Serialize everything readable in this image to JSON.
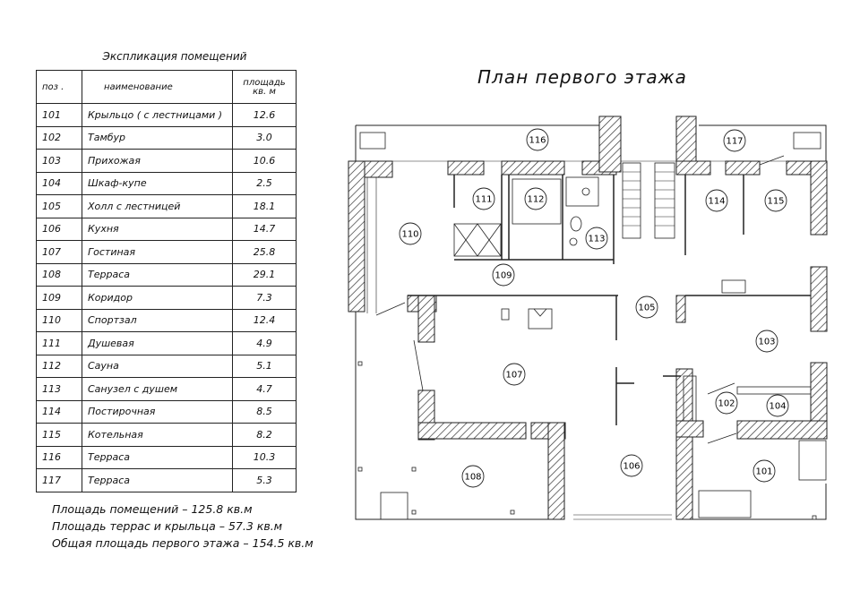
{
  "table": {
    "title": "Экспликация помещений",
    "headers": {
      "pos": "поз .",
      "name": "наименование",
      "area_line1": "площадь",
      "area_line2": "кв. м"
    },
    "rows": [
      {
        "pos": "101",
        "name": "Крыльцо ( с лестницами )",
        "area": "12.6"
      },
      {
        "pos": "102",
        "name": "Тамбур",
        "area": "3.0"
      },
      {
        "pos": "103",
        "name": "Прихожая",
        "area": "10.6"
      },
      {
        "pos": "104",
        "name": "Шкаф-купе",
        "area": "2.5"
      },
      {
        "pos": "105",
        "name": "Холл с лестницей",
        "area": "18.1"
      },
      {
        "pos": "106",
        "name": "Кухня",
        "area": "14.7"
      },
      {
        "pos": "107",
        "name": "Гостиная",
        "area": "25.8"
      },
      {
        "pos": "108",
        "name": "Терраса",
        "area": "29.1"
      },
      {
        "pos": "109",
        "name": "Коридор",
        "area": "7.3"
      },
      {
        "pos": "110",
        "name": "Спортзал",
        "area": "12.4"
      },
      {
        "pos": "111",
        "name": "Душевая",
        "area": "4.9"
      },
      {
        "pos": "112",
        "name": "Сауна",
        "area": "5.1"
      },
      {
        "pos": "113",
        "name": "Санузел с душем",
        "area": "4.7"
      },
      {
        "pos": "114",
        "name": "Постирочная",
        "area": "8.5"
      },
      {
        "pos": "115",
        "name": "Котельная",
        "area": "8.2"
      },
      {
        "pos": "116",
        "name": "Терраса",
        "area": "10.3"
      },
      {
        "pos": "117",
        "name": "Терраса",
        "area": "5.3"
      }
    ]
  },
  "totals": {
    "rooms": "Площадь помещений –  125.8 кв.м",
    "terraces": "Площадь террас и крыльца –  57.3 кв.м",
    "total": "Общая площадь первого этажа –  154.5 кв.м"
  },
  "plan": {
    "title": "План первого этажа",
    "rooms": [
      "101",
      "102",
      "103",
      "104",
      "105",
      "106",
      "107",
      "108",
      "109",
      "110",
      "111",
      "112",
      "113",
      "114",
      "115",
      "116",
      "117"
    ],
    "colors": {
      "line": "#222222",
      "hatch": "#333333"
    }
  }
}
